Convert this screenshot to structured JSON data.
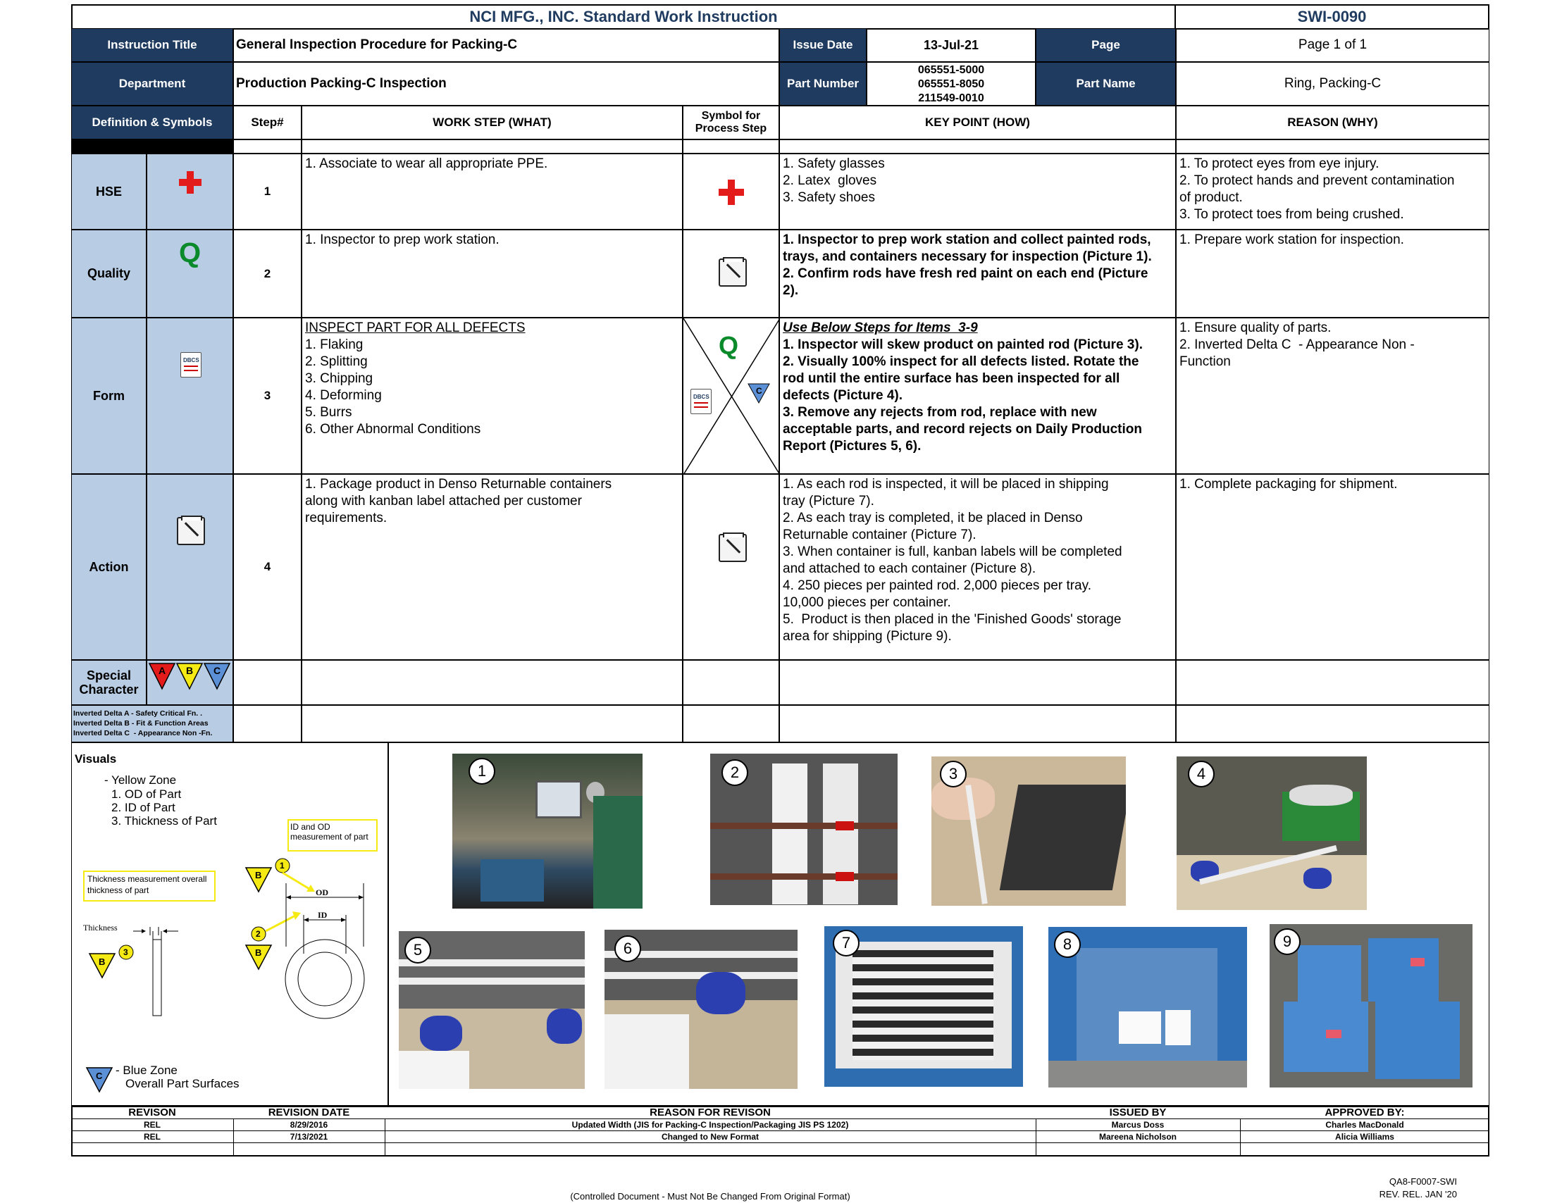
{
  "header": {
    "title": "NCI MFG., INC. Standard Work Instruction",
    "doc_id": "SWI-0090"
  },
  "info": {
    "instruction_title_label": "Instruction Title",
    "instruction_title": "General Inspection Procedure for Packing-C",
    "issue_date_label": "Issue Date",
    "issue_date": "13-Jul-21",
    "page_label": "Page",
    "page": "Page 1 of 1",
    "department_label": "Department",
    "department": "Production Packing-C Inspection",
    "part_number_label": "Part Number",
    "part_numbers": [
      "065551-5000",
      "065551-8050",
      "211549-0010"
    ],
    "part_name_label": "Part Name",
    "part_name": "Ring, Packing-C"
  },
  "columns": {
    "definitions": "Definition & Symbols",
    "step": "Step#",
    "work_step": "WORK STEP (WHAT)",
    "symbol_line1": "Symbol for",
    "symbol_line2": "Process Step",
    "key_point": "KEY POINT (HOW)",
    "reason": "REASON (WHY)"
  },
  "categories": {
    "hse": "HSE",
    "quality": "Quality",
    "quality_symbol": "Q",
    "form": "Form",
    "action": "Action",
    "special_line1": "Special",
    "special_line2": "Character",
    "delta_a": "A",
    "delta_b": "B",
    "delta_c": "C",
    "legend": [
      "Inverted Delta A - Safety Critical Fn. .",
      "Inverted Delta B - Fit & Function Areas",
      "Inverted Delta C  - Appearance Non -Fn."
    ]
  },
  "steps": [
    {
      "num": "1",
      "what": [
        "1. Associate to wear all appropriate PPE."
      ],
      "how": [
        "1. Safety glasses",
        "2. Latex  gloves",
        "3. Safety shoes"
      ],
      "why": [
        "1. To protect eyes from eye injury.",
        "2. To protect hands and prevent contamination",
        "of product.",
        "3. To protect toes from being crushed."
      ]
    },
    {
      "num": "2",
      "what": [
        "1. Inspector to prep work station."
      ],
      "how": [
        "1. Inspector to prep work station and collect painted rods,",
        "trays, and containers necessary for inspection (Picture 1).",
        "2. Confirm rods have fresh red paint on each end (Picture",
        "2)."
      ],
      "why": [
        "1. Prepare work station for inspection."
      ]
    },
    {
      "num": "3",
      "what_heading": "INSPECT PART FOR ALL DEFECTS",
      "what": [
        "1. Flaking",
        "2. Splitting",
        "3. Chipping",
        "4. Deforming",
        "5. Burrs",
        "6. Other Abnormal Conditions"
      ],
      "how_heading": "Use Below Steps for Items  3-9",
      "how": [
        "1. Inspector will skew product on painted rod (Picture 3).",
        "2. Visually 100% inspect for all defects listed. Rotate the",
        "rod until the entire surface has been inspected for all",
        "defects (Picture 4).",
        "3. Remove any rejects from rod, replace with new",
        "acceptable parts, and record rejects on Daily Production",
        "Report (Pictures 5, 6)."
      ],
      "why": [
        "1. Ensure quality of parts.",
        "2. Inverted Delta C  - Appearance Non -",
        "Function"
      ],
      "symbol_q": "Q",
      "symbol_c": "C"
    },
    {
      "num": "4",
      "what": [
        "1. Package product in Denso Returnable containers",
        "along with kanban label attached per customer",
        "requirements."
      ],
      "how": [
        "1. As each rod is inspected, it will be placed in shipping",
        "tray (Picture 7).",
        "2. As each tray is completed, it be placed in Denso",
        "Returnable container (Picture 7).",
        "3. When container is full, kanban labels will be completed",
        "and attached to each container (Picture 8).",
        "4. 250 pieces per painted rod. 2,000 pieces per tray.",
        "10,000 pieces per container.",
        "5.  Product is then placed in the 'Finished Goods' storage",
        "area for shipping (Picture 9)."
      ],
      "why": [
        "1. Complete packaging for shipment."
      ]
    }
  ],
  "visuals": {
    "title": "Visuals",
    "yellow_zone": "- Yellow Zone",
    "yellow_items": [
      "1. OD of Part",
      "2. ID of Part",
      "3. Thickness of Part"
    ],
    "callout_id_od": "ID  and OD measurement of part",
    "callout_thickness": "Thickness measurement overall thickness of part",
    "thickness_label": "Thickness",
    "od_label": "OD",
    "id_label": "ID",
    "tag_b": "B",
    "tag_c": "C",
    "num_1": "1",
    "num_2": "2",
    "num_3": "3",
    "blue_zone": "- Blue Zone",
    "blue_desc": "Overall Part Surfaces",
    "photos": [
      "1",
      "2",
      "3",
      "4",
      "5",
      "6",
      "7",
      "8",
      "9"
    ]
  },
  "revisions": {
    "headers": [
      "REVISON",
      "REVISION DATE",
      "REASON FOR REVISON",
      "ISSUED BY",
      "APPROVED BY:"
    ],
    "rows": [
      [
        "REL",
        "8/29/2016",
        "Updated Width (JIS for Packing-C Inspection/Packaging JIS PS 1202)",
        "Marcus Doss",
        "Charles MacDonald"
      ],
      [
        "REL",
        "7/13/2021",
        "Changed to New Format",
        "Mareena Nicholson",
        "Alicia Williams"
      ]
    ]
  },
  "footer": {
    "controlled": "(Controlled Document - Must Not Be Changed From Original Format)",
    "form_id": "QA8-F0007-SWI",
    "rev": "REV. REL. JAN '20"
  }
}
